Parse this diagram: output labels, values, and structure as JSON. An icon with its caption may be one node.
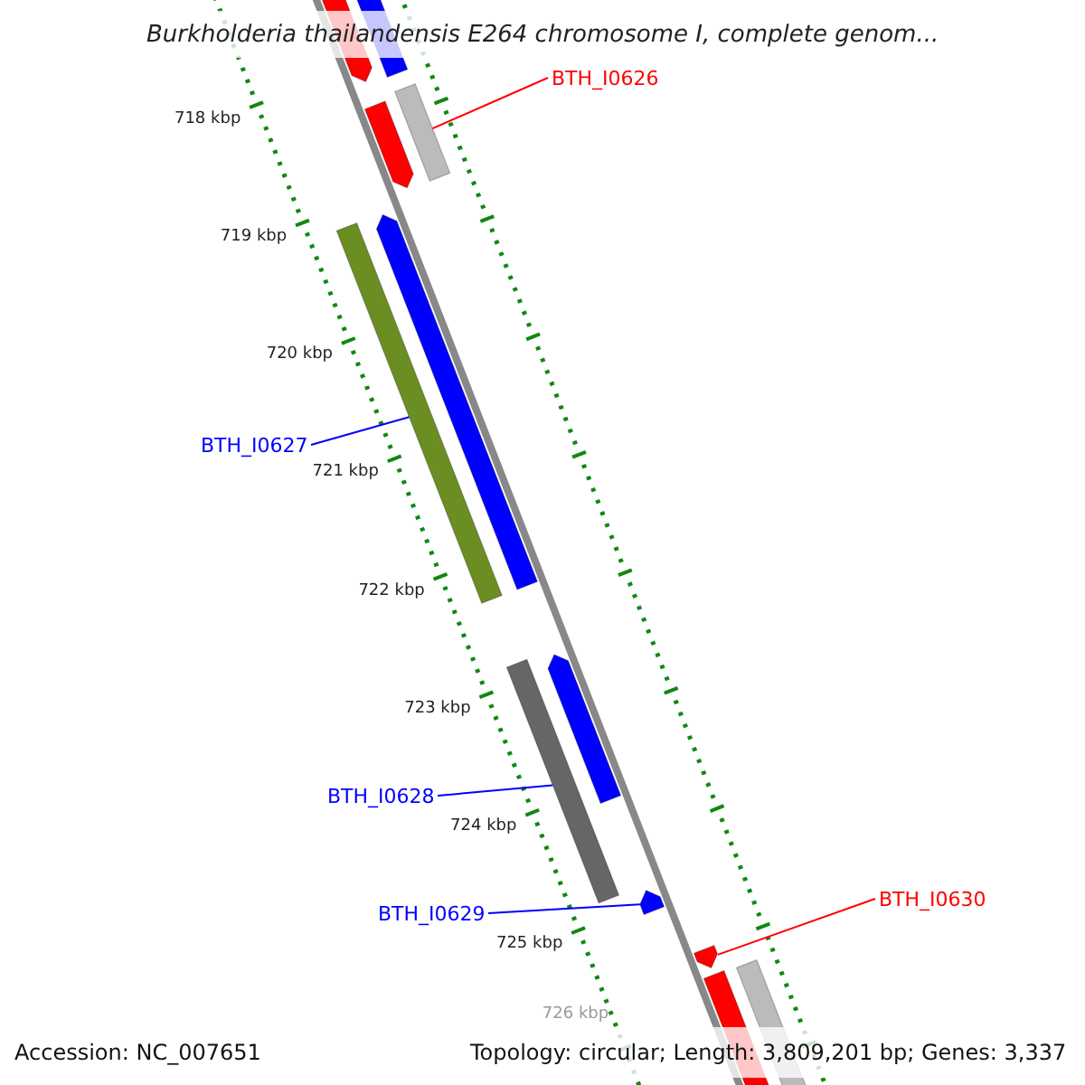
{
  "diagram": {
    "title": "Burkholderia thailandensis E264 chromosome I, complete genom...",
    "nodes": [
      {
        "text": [
          "BTH_I0626"
        ]
      },
      {
        "text": [],
        "shape": "bar"
      },
      {
        "text": [
          "BTH_I0627"
        ]
      },
      {
        "text": [],
        "shape": "bar"
      },
      {
        "text": [
          "BTH_I0628"
        ]
      },
      {
        "text": [],
        "shape": "bar"
      },
      {
        "text": [
          "BTH_I0629"
        ]
      },
      {
        "text": [],
        "shape": "bar"
      },
      {
        "text": [
          "BTH_I0630"
        ]
      },
      {
        "text": [],
        "shape": "bar"
      }
    ],
    "edges": [
      {
        "from": 0,
        "to": 1,
        "arrow": "none",
        "color": "#ff0000"
      },
      {
        "from": 2,
        "to": 3,
        "arrow": "none"
      },
      {
        "from": 4,
        "to": 5,
        "arrow": "none"
      },
      {
        "from": 6,
        "to": 7,
        "arrow": "none"
      },
      {
        "from": 8,
        "to": 9,
        "arrow": "none",
        "color": "#ff0000"
      }
    ],
    "labels": [
      "718 kbp",
      "719 kbp",
      "720 kbp",
      "721 kbp",
      "722 kbp",
      "723 kbp",
      "724 kbp",
      "725 kbp",
      "726 kbp",
      "Accession: NC_007651",
      "Topology: circular; Length: 3,809,201 bp; Genes: 3,337"
    ]
  }
}
